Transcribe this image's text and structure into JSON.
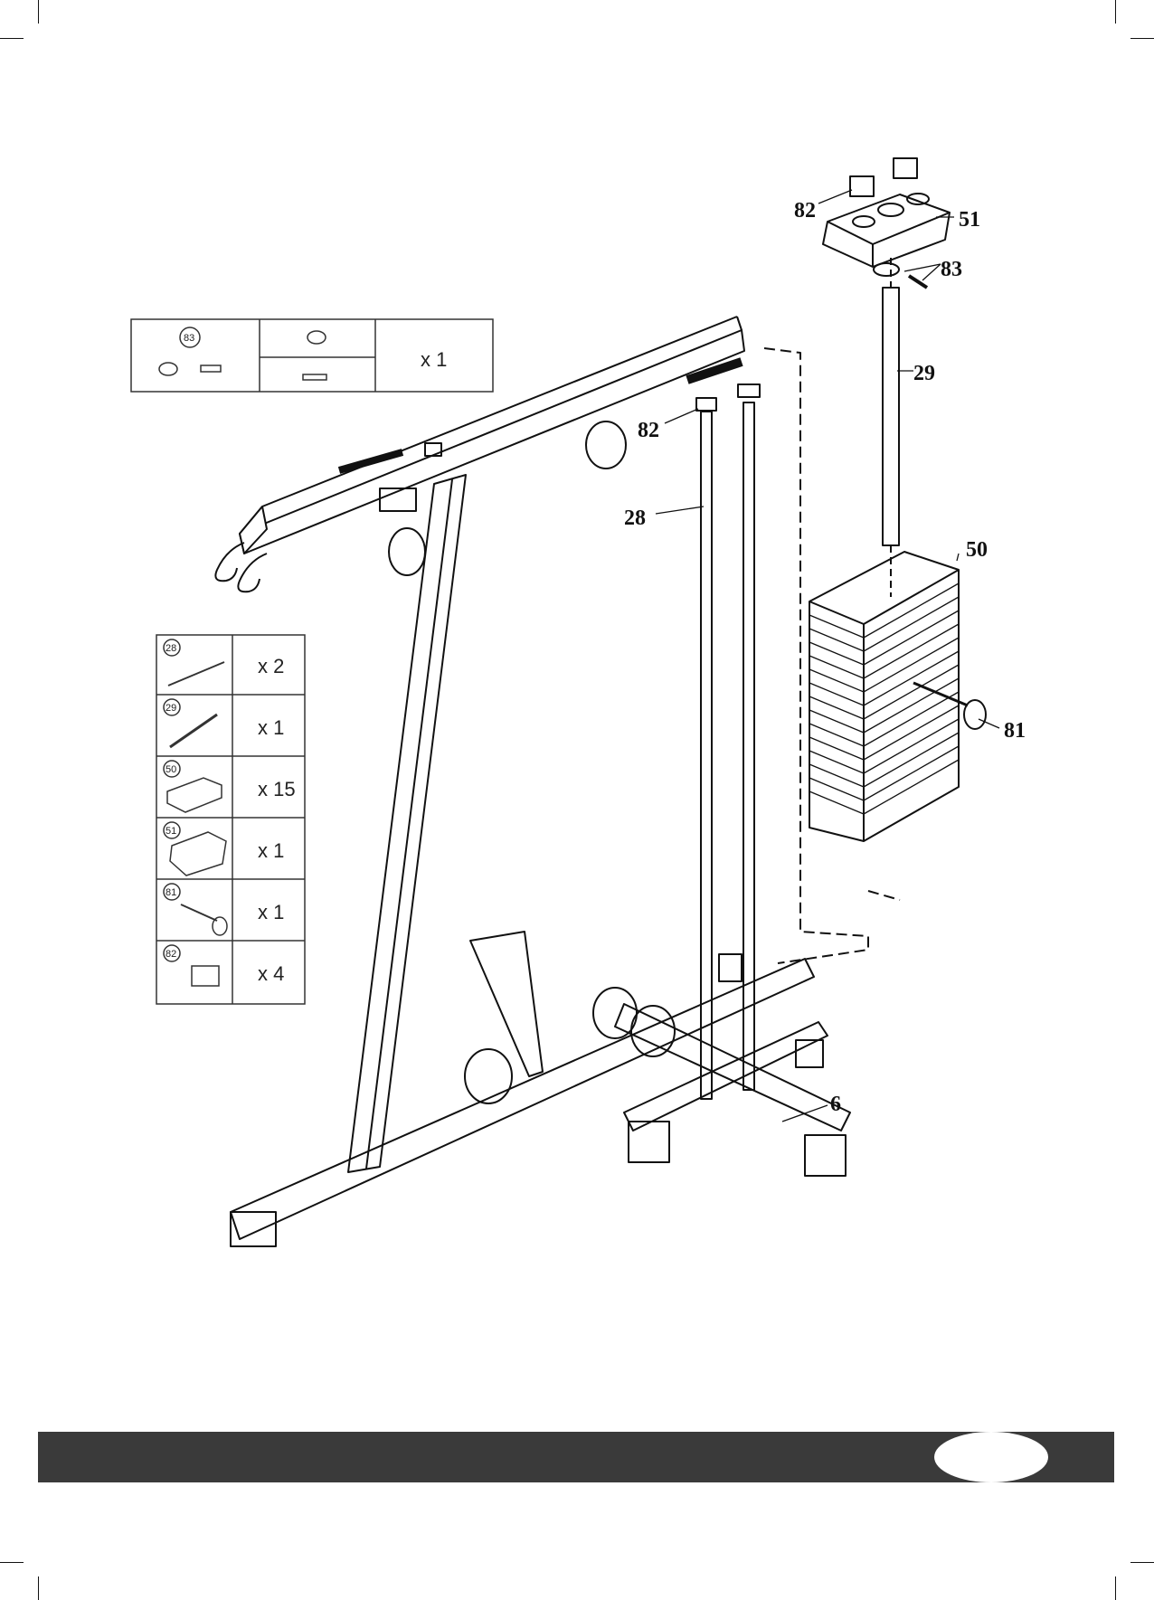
{
  "callouts": {
    "c82_top": "82",
    "c51": "51",
    "c83": "83",
    "c29": "29",
    "c82_mid": "82",
    "c28": "28",
    "c50": "50",
    "c81": "81",
    "c6": "6"
  },
  "parts_table_top": {
    "part": "83",
    "qty": "x 1"
  },
  "parts_table_left": [
    {
      "part": "28",
      "qty": "x 2"
    },
    {
      "part": "29",
      "qty": "x 1"
    },
    {
      "part": "50",
      "qty": "x 15"
    },
    {
      "part": "51",
      "qty": "x 1"
    },
    {
      "part": "81",
      "qty": "x 1"
    },
    {
      "part": "82",
      "qty": "x 4"
    }
  ]
}
